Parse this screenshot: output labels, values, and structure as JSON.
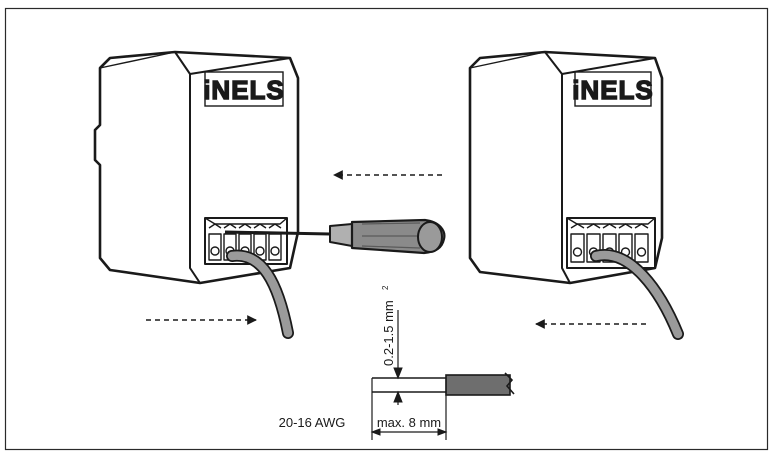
{
  "diagram": {
    "brand_logo_text": "iNELS",
    "wire_cross_section_label": "0.2-1.5 mm",
    "wire_cross_section_superscript": "2",
    "strip_length_label": "max. 8 mm",
    "awg_label": "20-16 AWG",
    "icons": [
      "device-left",
      "device-right",
      "screwdriver-icon",
      "wire",
      "arrow-left",
      "arrow-right"
    ],
    "colors": {
      "stroke": "#1a1a1a",
      "wire": "#9a9a9a",
      "wire_dark": "#6e6e6e",
      "frame": "#2a2a2a"
    }
  }
}
